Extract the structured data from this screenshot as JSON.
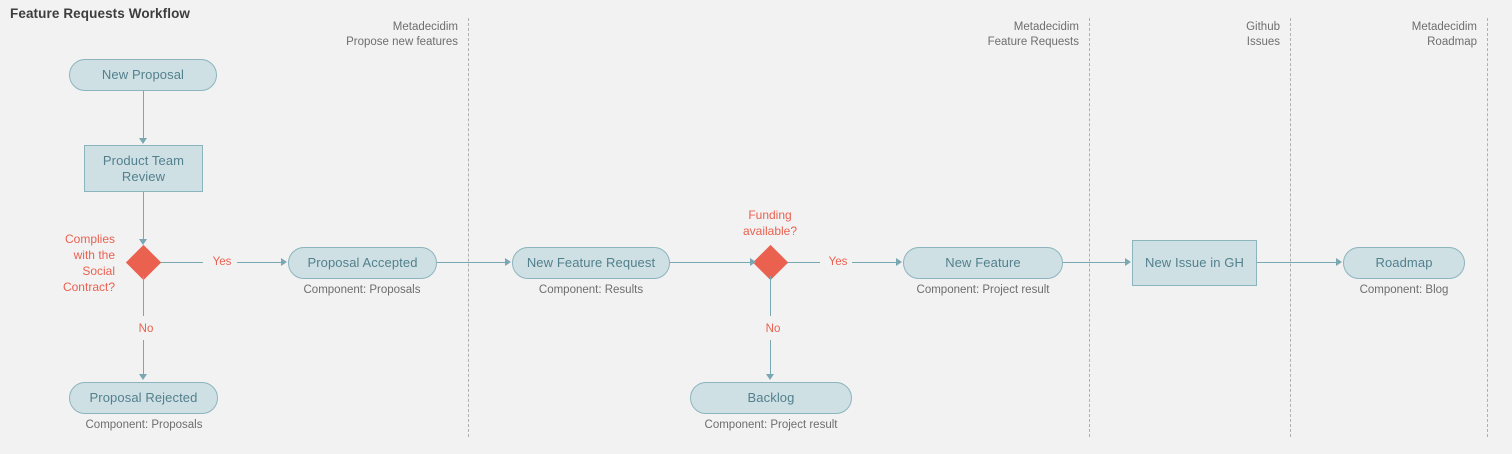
{
  "diagram": {
    "title": "Feature Requests Workflow",
    "background_color": "#f2f2f2",
    "node_fill": "#cfe0e5",
    "node_stroke": "#8cb4bd",
    "node_text_color": "#52808c",
    "decision_color": "#ea6150",
    "connector_color": "#79a7b2",
    "caption_color": "#6e6e6e"
  },
  "lanes": [
    {
      "line1": "Metadecidim",
      "line2": "Propose new features"
    },
    {
      "line1": "Metadecidim",
      "line2": "Feature Requests"
    },
    {
      "line1": "Github",
      "line2": "Issues"
    },
    {
      "line1": "Metadecidim",
      "line2": "Roadmap"
    }
  ],
  "nodes": [
    {
      "id": "new-proposal",
      "label": "New Proposal",
      "shape": "pill",
      "caption": ""
    },
    {
      "id": "product-team-review",
      "label": "Product Team Review",
      "shape": "rect",
      "caption": ""
    },
    {
      "id": "proposal-rejected",
      "label": "Proposal Rejected",
      "shape": "pill",
      "caption": "Component: Proposals"
    },
    {
      "id": "proposal-accepted",
      "label": "Proposal Accepted",
      "shape": "pill",
      "caption": "Component: Proposals"
    },
    {
      "id": "new-feature-request",
      "label": "New Feature Request",
      "shape": "pill",
      "caption": "Component: Results"
    },
    {
      "id": "backlog",
      "label": "Backlog",
      "shape": "pill",
      "caption": "Component: Project result"
    },
    {
      "id": "new-feature",
      "label": "New Feature",
      "shape": "pill",
      "caption": "Component: Project result"
    },
    {
      "id": "new-issue-in-gh",
      "label": "New Issue in GH",
      "shape": "rect",
      "caption": ""
    },
    {
      "id": "roadmap",
      "label": "Roadmap",
      "shape": "pill",
      "caption": "Component: Blog"
    }
  ],
  "decisions": [
    {
      "id": "social-contract",
      "label_lines": [
        "Complies",
        "with the",
        "Social",
        "Contract?"
      ]
    },
    {
      "id": "funding",
      "label_lines": [
        "Funding",
        "available?"
      ]
    }
  ],
  "edge_labels": {
    "social_yes": "Yes",
    "social_no": "No",
    "funding_yes": "Yes",
    "funding_no": "No"
  }
}
